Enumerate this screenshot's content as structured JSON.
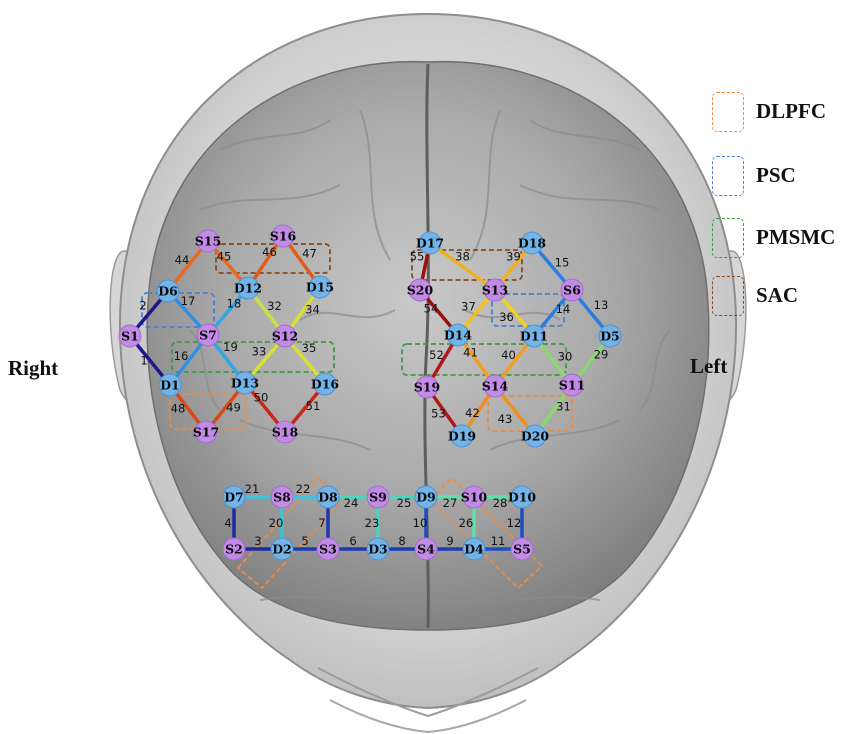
{
  "side_labels": {
    "right": "Right",
    "left": "Left"
  },
  "legend": [
    {
      "label": "DLPFC",
      "color": "#f08a3c"
    },
    {
      "label": "PSC",
      "color": "#4a7fd0"
    },
    {
      "label": "PMSMC",
      "color": "#3f9a3f"
    },
    {
      "label": "SAC",
      "color": "#8a4a1e"
    }
  ],
  "node_colors": {
    "source": "#c28be6",
    "detector": "#72b3e8"
  },
  "nodes": [
    {
      "id": "S1",
      "type": "source"
    },
    {
      "id": "S2",
      "type": "source"
    },
    {
      "id": "S3",
      "type": "source"
    },
    {
      "id": "S4",
      "type": "source"
    },
    {
      "id": "S5",
      "type": "source"
    },
    {
      "id": "S6",
      "type": "source"
    },
    {
      "id": "S7",
      "type": "source"
    },
    {
      "id": "S8",
      "type": "source"
    },
    {
      "id": "S9",
      "type": "source"
    },
    {
      "id": "S10",
      "type": "source"
    },
    {
      "id": "S11",
      "type": "source"
    },
    {
      "id": "S12",
      "type": "source"
    },
    {
      "id": "S13",
      "type": "source"
    },
    {
      "id": "S14",
      "type": "source"
    },
    {
      "id": "S15",
      "type": "source"
    },
    {
      "id": "S16",
      "type": "source"
    },
    {
      "id": "S17",
      "type": "source"
    },
    {
      "id": "S18",
      "type": "source"
    },
    {
      "id": "S19",
      "type": "source"
    },
    {
      "id": "S20",
      "type": "source"
    },
    {
      "id": "D1",
      "type": "detector"
    },
    {
      "id": "D2",
      "type": "detector"
    },
    {
      "id": "D3",
      "type": "detector"
    },
    {
      "id": "D4",
      "type": "detector"
    },
    {
      "id": "D5",
      "type": "detector"
    },
    {
      "id": "D6",
      "type": "detector"
    },
    {
      "id": "D7",
      "type": "detector"
    },
    {
      "id": "D8",
      "type": "detector"
    },
    {
      "id": "D9",
      "type": "detector"
    },
    {
      "id": "D10",
      "type": "detector"
    },
    {
      "id": "D11",
      "type": "detector"
    },
    {
      "id": "D12",
      "type": "detector"
    },
    {
      "id": "D13",
      "type": "detector"
    },
    {
      "id": "D14",
      "type": "detector"
    },
    {
      "id": "D15",
      "type": "detector"
    },
    {
      "id": "D16",
      "type": "detector"
    },
    {
      "id": "D17",
      "type": "detector"
    },
    {
      "id": "D18",
      "type": "detector"
    },
    {
      "id": "D19",
      "type": "detector"
    },
    {
      "id": "D20",
      "type": "detector"
    }
  ],
  "channels": [
    {
      "n": "1",
      "from": "S1",
      "to": "D1",
      "color": "#1a1a8c"
    },
    {
      "n": "2",
      "from": "S1",
      "to": "D6",
      "color": "#1a1a8c"
    },
    {
      "n": "3",
      "from": "S2",
      "to": "D2",
      "color": "#1a2aa0"
    },
    {
      "n": "4",
      "from": "S2",
      "to": "D7",
      "color": "#1a2aa0"
    },
    {
      "n": "5",
      "from": "D2",
      "to": "S3",
      "color": "#1a3ab0"
    },
    {
      "n": "6",
      "from": "S3",
      "to": "D3",
      "color": "#1a3ab0"
    },
    {
      "n": "7",
      "from": "S3",
      "to": "D8",
      "color": "#1a3ab0"
    },
    {
      "n": "8",
      "from": "D3",
      "to": "S4",
      "color": "#1a3ab8"
    },
    {
      "n": "9",
      "from": "S4",
      "to": "D4",
      "color": "#1a3ab8"
    },
    {
      "n": "10",
      "from": "S4",
      "to": "D9",
      "color": "#1d4cc4"
    },
    {
      "n": "11",
      "from": "D4",
      "to": "S5",
      "color": "#1d4cc4"
    },
    {
      "n": "12",
      "from": "S5",
      "to": "D10",
      "color": "#1d4cc4"
    },
    {
      "n": "13",
      "from": "S6",
      "to": "D5",
      "color": "#2a7ee0"
    },
    {
      "n": "14",
      "from": "S6",
      "to": "D11",
      "color": "#2a7ee0"
    },
    {
      "n": "15",
      "from": "S6",
      "to": "D18",
      "color": "#2a7ee0"
    },
    {
      "n": "16",
      "from": "S7",
      "to": "D1",
      "color": "#2f8ee6"
    },
    {
      "n": "17",
      "from": "S7",
      "to": "D6",
      "color": "#2f8ee6"
    },
    {
      "n": "18",
      "from": "S7",
      "to": "D12",
      "color": "#32a4e8"
    },
    {
      "n": "19",
      "from": "S7",
      "to": "D13",
      "color": "#32a4e8"
    },
    {
      "n": "20",
      "from": "S8",
      "to": "D2",
      "color": "#3dc4d8"
    },
    {
      "n": "21",
      "from": "S8",
      "to": "D7",
      "color": "#3dc4d8"
    },
    {
      "n": "22",
      "from": "S8",
      "to": "D8",
      "color": "#3dc4d8"
    },
    {
      "n": "23",
      "from": "S9",
      "to": "D3",
      "color": "#4ad6c0"
    },
    {
      "n": "24",
      "from": "S9",
      "to": "D8",
      "color": "#4ad6c0"
    },
    {
      "n": "25",
      "from": "S9",
      "to": "D9",
      "color": "#4ad6c0"
    },
    {
      "n": "26",
      "from": "S10",
      "to": "D4",
      "color": "#5ee0a8"
    },
    {
      "n": "27",
      "from": "S10",
      "to": "D9",
      "color": "#5ee0a8"
    },
    {
      "n": "28",
      "from": "S10",
      "to": "D10",
      "color": "#5ee0a8"
    },
    {
      "n": "29",
      "from": "S11",
      "to": "D5",
      "color": "#8ad870"
    },
    {
      "n": "30",
      "from": "S11",
      "to": "D11",
      "color": "#8ad870"
    },
    {
      "n": "31",
      "from": "S11",
      "to": "D20",
      "color": "#8ad870"
    },
    {
      "n": "32",
      "from": "S12",
      "to": "D12",
      "color": "#c8e040"
    },
    {
      "n": "33",
      "from": "S12",
      "to": "D13",
      "color": "#d8e030"
    },
    {
      "n": "34",
      "from": "S12",
      "to": "D15",
      "color": "#d8e030"
    },
    {
      "n": "35",
      "from": "S12",
      "to": "D16",
      "color": "#d8e030"
    },
    {
      "n": "36",
      "from": "S13",
      "to": "D11",
      "color": "#f0d020"
    },
    {
      "n": "37",
      "from": "S13",
      "to": "D14",
      "color": "#f0c020"
    },
    {
      "n": "38",
      "from": "S13",
      "to": "D17",
      "color": "#f0b020"
    },
    {
      "n": "39",
      "from": "S13",
      "to": "D18",
      "color": "#f0b020"
    },
    {
      "n": "40",
      "from": "S14",
      "to": "D11",
      "color": "#f0a020"
    },
    {
      "n": "41",
      "from": "S14",
      "to": "D14",
      "color": "#f0a020"
    },
    {
      "n": "42",
      "from": "S14",
      "to": "D19",
      "color": "#f09020"
    },
    {
      "n": "43",
      "from": "S14",
      "to": "D20",
      "color": "#f09020"
    },
    {
      "n": "44",
      "from": "S15",
      "to": "D6",
      "color": "#e86a20"
    },
    {
      "n": "45",
      "from": "S15",
      "to": "D12",
      "color": "#e86a20"
    },
    {
      "n": "46",
      "from": "S16",
      "to": "D12",
      "color": "#e05a18"
    },
    {
      "n": "47",
      "from": "S16",
      "to": "D15",
      "color": "#e05a18"
    },
    {
      "n": "48",
      "from": "S17",
      "to": "D1",
      "color": "#d84818"
    },
    {
      "n": "49",
      "from": "S17",
      "to": "D13",
      "color": "#d84818"
    },
    {
      "n": "50",
      "from": "S18",
      "to": "D13",
      "color": "#c82818"
    },
    {
      "n": "51",
      "from": "S18",
      "to": "D16",
      "color": "#c82818"
    },
    {
      "n": "52",
      "from": "S19",
      "to": "D14",
      "color": "#b01818"
    },
    {
      "n": "53",
      "from": "S19",
      "to": "D19",
      "color": "#b01818"
    },
    {
      "n": "54",
      "from": "S20",
      "to": "D14",
      "color": "#9a1010"
    },
    {
      "n": "55",
      "from": "S20",
      "to": "D17",
      "color": "#9a1010"
    }
  ]
}
